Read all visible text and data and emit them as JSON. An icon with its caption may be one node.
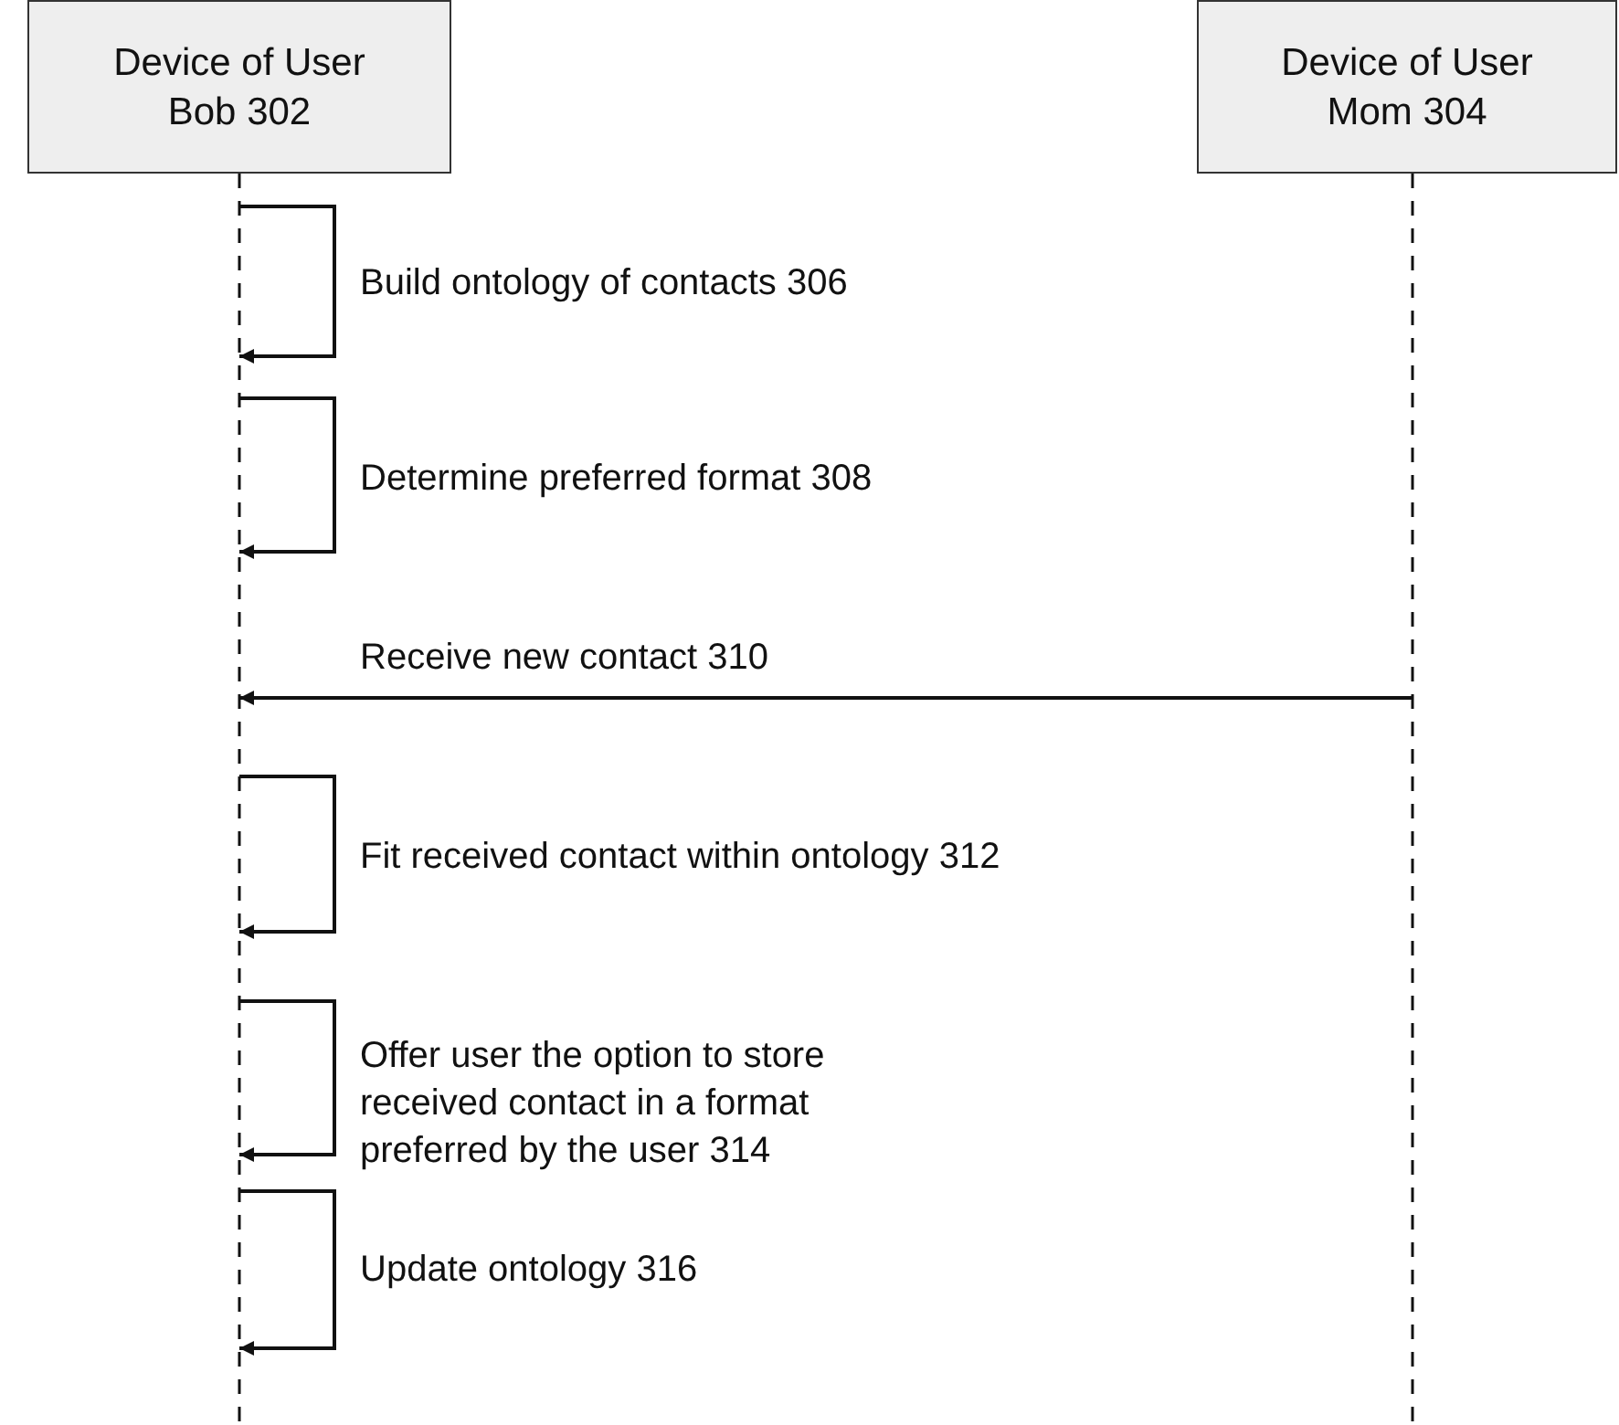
{
  "diagram": {
    "nodes": [
      {
        "text": [
          "Device of User Bob 302"
        ]
      },
      {
        "text": [
          "Device of User Mom 304"
        ]
      }
    ],
    "edges": [
      {
        "from": 0,
        "to": 0,
        "arrow": "to",
        "label": "Build ontology of contacts 306"
      },
      {
        "from": 0,
        "to": 0,
        "arrow": "to",
        "label": "Determine preferred format 308"
      },
      {
        "from": 1,
        "to": 0,
        "arrow": "to",
        "label": "Receive new contact 310"
      },
      {
        "from": 0,
        "to": 0,
        "arrow": "to",
        "label": "Fit received contact within ontology 312"
      },
      {
        "from": 0,
        "to": 0,
        "arrow": "to",
        "label": "Offer user the option to store received contact in a format preferred by the user 314"
      },
      {
        "from": 0,
        "to": 0,
        "arrow": "to",
        "label": "Update ontology 316"
      }
    ]
  }
}
